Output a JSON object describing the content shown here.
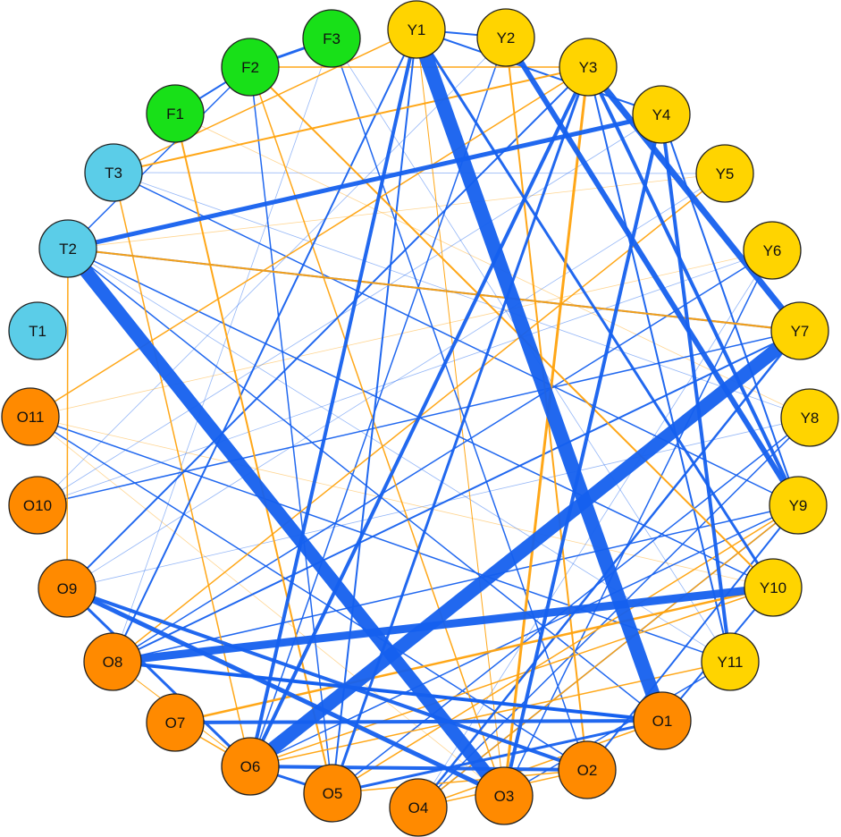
{
  "colors": {
    "yellow": "#ffd400",
    "orange": "#ff8a00",
    "cyan": "#5bcde8",
    "green": "#18e018",
    "positive_edge": "#1560ee",
    "negative_edge": "#ffa20c"
  },
  "nodes": [
    {
      "id": "Y1",
      "group": "yellow"
    },
    {
      "id": "Y2",
      "group": "yellow"
    },
    {
      "id": "Y3",
      "group": "yellow"
    },
    {
      "id": "Y4",
      "group": "yellow"
    },
    {
      "id": "Y5",
      "group": "yellow"
    },
    {
      "id": "Y6",
      "group": "yellow"
    },
    {
      "id": "Y7",
      "group": "yellow"
    },
    {
      "id": "Y8",
      "group": "yellow"
    },
    {
      "id": "Y9",
      "group": "yellow"
    },
    {
      "id": "Y10",
      "group": "yellow"
    },
    {
      "id": "Y11",
      "group": "yellow"
    },
    {
      "id": "O1",
      "group": "orange"
    },
    {
      "id": "O2",
      "group": "orange"
    },
    {
      "id": "O3",
      "group": "orange"
    },
    {
      "id": "O4",
      "group": "orange"
    },
    {
      "id": "O5",
      "group": "orange"
    },
    {
      "id": "O6",
      "group": "orange"
    },
    {
      "id": "O7",
      "group": "orange"
    },
    {
      "id": "O8",
      "group": "orange"
    },
    {
      "id": "O9",
      "group": "orange"
    },
    {
      "id": "O10",
      "group": "orange"
    },
    {
      "id": "O11",
      "group": "orange"
    },
    {
      "id": "T1",
      "group": "cyan"
    },
    {
      "id": "T2",
      "group": "cyan"
    },
    {
      "id": "T3",
      "group": "cyan"
    },
    {
      "id": "F1",
      "group": "green"
    },
    {
      "id": "F2",
      "group": "green"
    },
    {
      "id": "F3",
      "group": "green"
    }
  ],
  "edges": [
    {
      "source": "Y1",
      "target": "O1",
      "sign": "positive",
      "weight": 16
    },
    {
      "source": "T2",
      "target": "O3",
      "sign": "positive",
      "weight": 15
    },
    {
      "source": "Y7",
      "target": "O6",
      "sign": "positive",
      "weight": 15
    },
    {
      "source": "Y10",
      "target": "O8",
      "sign": "positive",
      "weight": 9
    },
    {
      "source": "Y3",
      "target": "Y7",
      "sign": "positive",
      "weight": 7
    },
    {
      "source": "Y2",
      "target": "Y9",
      "sign": "positive",
      "weight": 6
    },
    {
      "source": "Y4",
      "target": "T2",
      "sign": "positive",
      "weight": 5
    },
    {
      "source": "O9",
      "target": "O3",
      "sign": "positive",
      "weight": 5
    },
    {
      "source": "O8",
      "target": "O1",
      "sign": "positive",
      "weight": 4
    },
    {
      "source": "O9",
      "target": "O2",
      "sign": "positive",
      "weight": 4
    },
    {
      "source": "O7",
      "target": "O1",
      "sign": "positive",
      "weight": 4
    },
    {
      "source": "O6",
      "target": "Y3",
      "sign": "positive",
      "weight": 4
    },
    {
      "source": "Y1",
      "target": "O6",
      "sign": "positive",
      "weight": 4
    },
    {
      "source": "O2",
      "target": "O6",
      "sign": "positive",
      "weight": 4
    },
    {
      "source": "Y3",
      "target": "Y9",
      "sign": "positive",
      "weight": 4
    },
    {
      "source": "Y4",
      "target": "Y11",
      "sign": "positive",
      "weight": 4
    },
    {
      "source": "O3",
      "target": "Y4",
      "sign": "positive",
      "weight": 4
    },
    {
      "source": "Y1",
      "target": "Y10",
      "sign": "positive",
      "weight": 3
    },
    {
      "source": "Y3",
      "target": "O5",
      "sign": "positive",
      "weight": 3
    },
    {
      "source": "O1",
      "target": "O8",
      "sign": "positive",
      "weight": 3
    },
    {
      "source": "O9",
      "target": "O6",
      "sign": "positive",
      "weight": 3
    },
    {
      "source": "O1",
      "target": "O5",
      "sign": "positive",
      "weight": 3
    },
    {
      "source": "Y9",
      "target": "O2",
      "sign": "positive",
      "weight": 2
    },
    {
      "source": "F2",
      "target": "F3",
      "sign": "positive",
      "weight": 3
    },
    {
      "source": "O6",
      "target": "O5",
      "sign": "positive",
      "weight": 3
    },
    {
      "source": "O4",
      "target": "Y7",
      "sign": "positive",
      "weight": 2.5
    },
    {
      "source": "F1",
      "target": "F2",
      "sign": "positive",
      "weight": 2
    },
    {
      "source": "Y1",
      "target": "Y4",
      "sign": "positive",
      "weight": 2
    },
    {
      "source": "Y1",
      "target": "Y2",
      "sign": "positive",
      "weight": 2
    },
    {
      "source": "Y4",
      "target": "Y9",
      "sign": "positive",
      "weight": 2
    },
    {
      "source": "Y3",
      "target": "Y11",
      "sign": "positive",
      "weight": 2
    },
    {
      "source": "O8",
      "target": "Y1",
      "sign": "positive",
      "weight": 2
    },
    {
      "source": "O9",
      "target": "Y3",
      "sign": "positive",
      "weight": 2
    },
    {
      "source": "T2",
      "target": "Y7",
      "sign": "positive",
      "weight": 2
    },
    {
      "source": "T2",
      "target": "O1",
      "sign": "positive",
      "weight": 1.5
    },
    {
      "source": "Y7",
      "target": "O8",
      "sign": "positive",
      "weight": 2
    },
    {
      "source": "O11",
      "target": "O2",
      "sign": "positive",
      "weight": 1.5
    },
    {
      "source": "O5",
      "target": "Y1",
      "sign": "positive",
      "weight": 2
    },
    {
      "source": "Y9",
      "target": "O6",
      "sign": "positive",
      "weight": 1.5
    },
    {
      "source": "Y10",
      "target": "O1",
      "sign": "positive",
      "weight": 2
    },
    {
      "source": "Y11",
      "target": "O3",
      "sign": "positive",
      "weight": 1.5
    },
    {
      "source": "O4",
      "target": "Y9",
      "sign": "positive",
      "weight": 1.5
    },
    {
      "source": "Y8",
      "target": "O5",
      "sign": "positive",
      "weight": 1.5
    },
    {
      "source": "Y8",
      "target": "O4",
      "sign": "positive",
      "weight": 1.5
    },
    {
      "source": "Y9",
      "target": "O8",
      "sign": "positive",
      "weight": 1.5
    },
    {
      "source": "F3",
      "target": "O2",
      "sign": "positive",
      "weight": 1.5
    },
    {
      "source": "F2",
      "target": "O5",
      "sign": "positive",
      "weight": 1.5
    },
    {
      "source": "T3",
      "target": "Y9",
      "sign": "positive",
      "weight": 1.5
    },
    {
      "source": "Y2",
      "target": "O6",
      "sign": "positive",
      "weight": 1.5
    },
    {
      "source": "O10",
      "target": "Y7",
      "sign": "positive",
      "weight": 1.5
    },
    {
      "source": "O11",
      "target": "Y11",
      "sign": "positive",
      "weight": 1.5
    },
    {
      "source": "Y6",
      "target": "O3",
      "sign": "positive",
      "weight": 1.5
    },
    {
      "source": "Y6",
      "target": "O8",
      "sign": "positive",
      "weight": 1.5
    },
    {
      "source": "T2",
      "target": "Y10",
      "sign": "positive",
      "weight": 1.5
    },
    {
      "source": "Y3",
      "target": "O3",
      "sign": "negative",
      "weight": 3
    },
    {
      "source": "O7",
      "target": "Y10",
      "sign": "negative",
      "weight": 2.5
    },
    {
      "source": "T2",
      "target": "Y7",
      "sign": "negative",
      "weight": 2
    },
    {
      "source": "F2",
      "target": "Y10",
      "sign": "negative",
      "weight": 2
    },
    {
      "source": "Y2",
      "target": "O2",
      "sign": "negative",
      "weight": 2
    },
    {
      "source": "T3",
      "target": "Y3",
      "sign": "negative",
      "weight": 2
    },
    {
      "source": "F1",
      "target": "O5",
      "sign": "negative",
      "weight": 2
    },
    {
      "source": "O11",
      "target": "Y3",
      "sign": "negative",
      "weight": 1.5
    },
    {
      "source": "T3",
      "target": "O6",
      "sign": "negative",
      "weight": 1.5
    },
    {
      "source": "Y9",
      "target": "O5",
      "sign": "negative",
      "weight": 1.5
    },
    {
      "source": "Y11",
      "target": "O6",
      "sign": "negative",
      "weight": 1.5
    },
    {
      "source": "F2",
      "target": "Y3",
      "sign": "negative",
      "weight": 1.5
    },
    {
      "source": "F2",
      "target": "O3",
      "sign": "negative",
      "weight": 1.5
    },
    {
      "source": "Y5",
      "target": "O8",
      "sign": "negative",
      "weight": 1.5
    },
    {
      "source": "O1",
      "target": "O4",
      "sign": "negative",
      "weight": 1.5
    },
    {
      "source": "Y9",
      "target": "O4",
      "sign": "negative",
      "weight": 1.5
    },
    {
      "source": "Y10",
      "target": "O6",
      "sign": "negative",
      "weight": 1.5
    },
    {
      "source": "O2",
      "target": "O5",
      "sign": "negative",
      "weight": 1.5
    },
    {
      "source": "O2",
      "target": "O4",
      "sign": "negative",
      "weight": 1.5
    },
    {
      "source": "Y1",
      "target": "T3",
      "sign": "negative",
      "weight": 1.5
    },
    {
      "source": "T2",
      "target": "O9",
      "sign": "negative",
      "weight": 1.5
    },
    {
      "source": "Y1",
      "target": "O3",
      "sign": "negative",
      "weight": 1
    },
    {
      "source": "O8",
      "target": "O6",
      "sign": "negative",
      "weight": 1
    },
    {
      "source": "O7",
      "target": "O6",
      "sign": "negative",
      "weight": 1.5
    },
    {
      "source": "F2",
      "target": "T2",
      "sign": "positive",
      "weight": 1.5
    },
    {
      "source": "O11",
      "target": "O3",
      "sign": "negative",
      "weight": 0.8
    },
    {
      "source": "Y5",
      "target": "O9",
      "sign": "positive",
      "weight": 0.8
    },
    {
      "source": "O10",
      "target": "Y6",
      "sign": "positive",
      "weight": 0.8
    },
    {
      "source": "T3",
      "target": "Y8",
      "sign": "positive",
      "weight": 0.8
    },
    {
      "source": "F3",
      "target": "O8",
      "sign": "positive",
      "weight": 0.8
    },
    {
      "source": "Y2",
      "target": "O10",
      "sign": "positive",
      "weight": 0.8
    },
    {
      "source": "Y5",
      "target": "T3",
      "sign": "positive",
      "weight": 0.8
    },
    {
      "source": "Y6",
      "target": "O11",
      "sign": "negative",
      "weight": 0.8
    },
    {
      "source": "T2",
      "target": "Y5",
      "sign": "negative",
      "weight": 0.8
    },
    {
      "source": "F1",
      "target": "Y8",
      "sign": "negative",
      "weight": 0.8
    },
    {
      "source": "Y8",
      "target": "O9",
      "sign": "positive",
      "weight": 0.8
    },
    {
      "source": "Y4",
      "target": "O10",
      "sign": "positive",
      "weight": 0.8
    },
    {
      "source": "F3",
      "target": "Y11",
      "sign": "positive",
      "weight": 0.8
    },
    {
      "source": "Y10",
      "target": "O11",
      "sign": "negative",
      "weight": 0.8
    },
    {
      "source": "Y11",
      "target": "T2",
      "sign": "positive",
      "weight": 0.8
    },
    {
      "source": "Y6",
      "target": "O4",
      "sign": "positive",
      "weight": 0.8
    }
  ]
}
